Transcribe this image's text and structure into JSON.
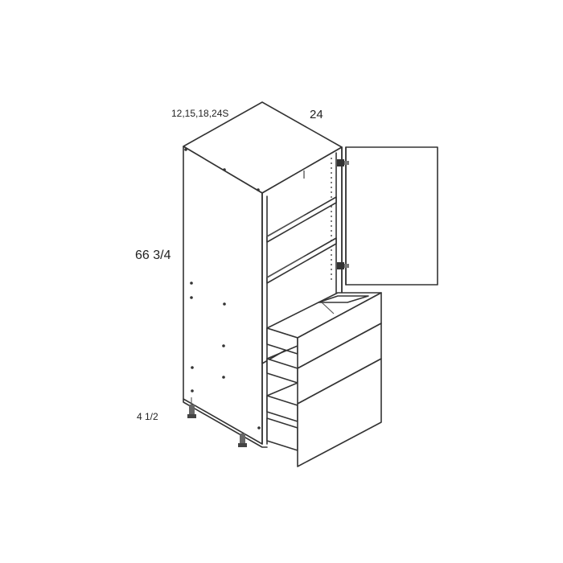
{
  "labels": {
    "widths": "12,15,18,24S",
    "depth": "24",
    "height": "66 3/4",
    "toe_kick": "4 1/2"
  }
}
